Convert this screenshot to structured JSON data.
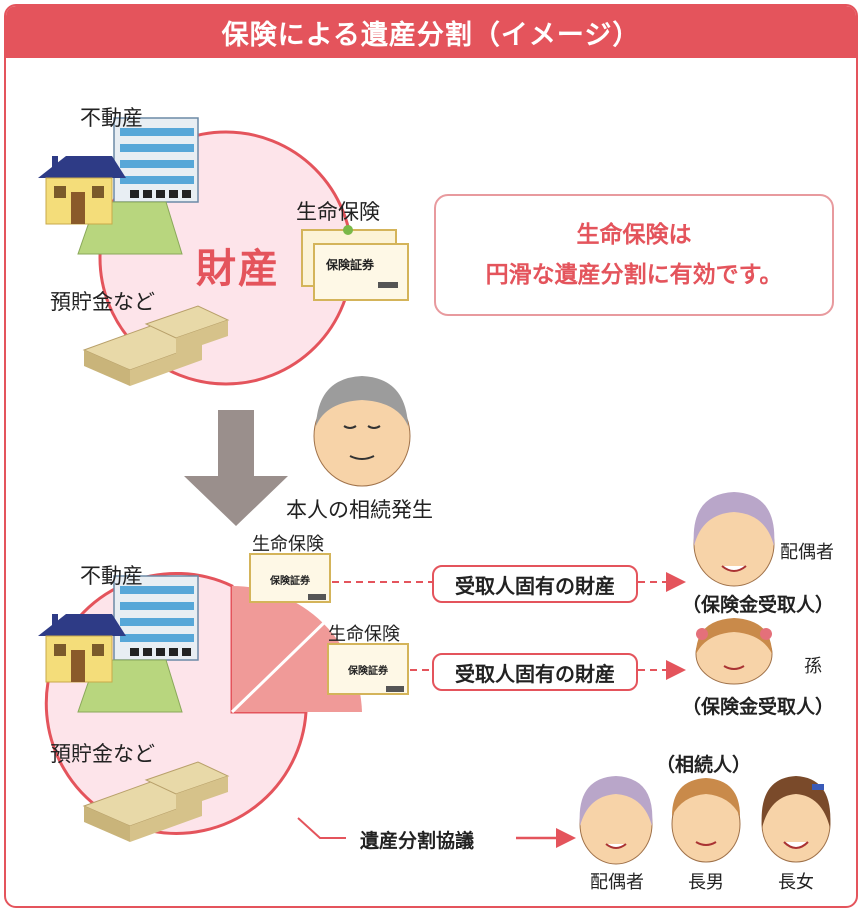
{
  "title": "保険による遺産分割（イメージ）",
  "top": {
    "real_estate": "不動産",
    "savings": "預貯金など",
    "assets": "財産",
    "life_insurance": "生命保険",
    "certificate": "保険証券"
  },
  "callout": {
    "line1": "生命保険は",
    "line2": "円滑な遺産分割に有効です。"
  },
  "event": "本人の相続発生",
  "bottom": {
    "real_estate": "不動産",
    "savings": "預貯金など",
    "insurance_1": "生命保険",
    "insurance_2": "生命保険",
    "certificate": "保険証券",
    "recipient_asset_1": "受取人固有の財産",
    "recipient_asset_2": "受取人固有の財産",
    "spouse_top": "配偶者",
    "grandchild": "孫",
    "beneficiary_1": "（保険金受取人）",
    "beneficiary_2": "（保険金受取人）",
    "heirs_caption": "（相続人）",
    "division_agreement": "遺産分割協議",
    "spouse": "配偶者",
    "eldest_son": "長男",
    "eldest_daughter": "長女"
  },
  "colors": {
    "accent": "#e4545c",
    "pie_fill": "#fde4ea",
    "insurance_slice": "#f09a98",
    "arrow_gray": "#9a8f8c"
  }
}
